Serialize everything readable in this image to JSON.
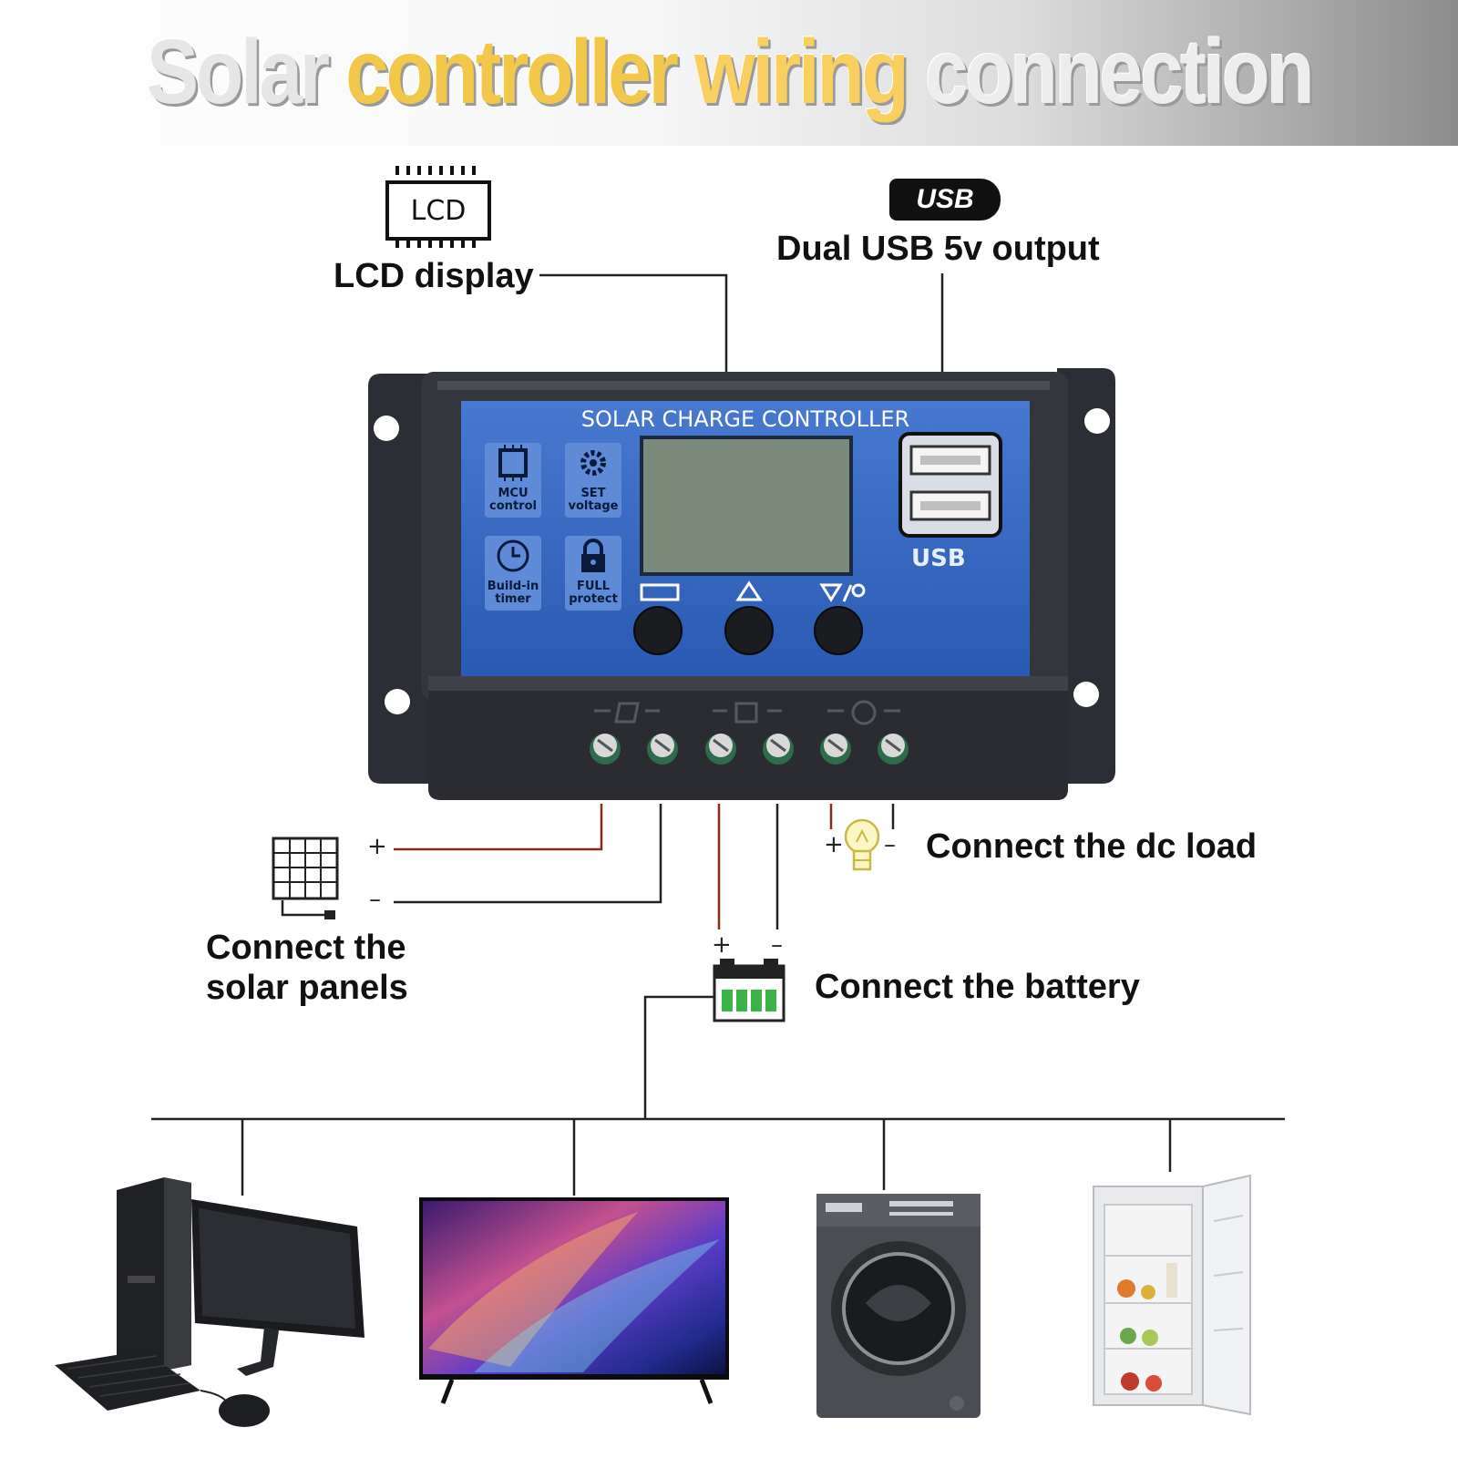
{
  "title": {
    "words": [
      "Solar",
      "controller",
      "wiring",
      "connection"
    ]
  },
  "callouts": {
    "lcd_icon_text": "LCD",
    "lcd_label": "LCD display",
    "usb_icon_text": "USB",
    "usb_label": "Dual USB 5v output",
    "load_label": "Connect the dc load",
    "solar_label_line1": "Connect the",
    "solar_label_line2": "solar panels",
    "battery_label": "Connect the battery",
    "plus": "+",
    "minus": "–"
  },
  "controller": {
    "name": "SOLAR CHARGE CONTROLLER",
    "features": [
      {
        "icon": "chip-icon",
        "line1": "MCU",
        "line2": "control"
      },
      {
        "icon": "gear-icon",
        "line1": "SET",
        "line2": "voltage"
      },
      {
        "icon": "clock-icon",
        "line1": "Build-in",
        "line2": "timer"
      },
      {
        "icon": "lock-icon",
        "line1": "FULL",
        "line2": "protect"
      }
    ],
    "usb_front_text": "USB",
    "buttons": [
      "menu-button",
      "up-button",
      "down-button"
    ]
  },
  "colors": {
    "panel_blue": "#2f66c9",
    "housing": "#2a2d33",
    "wire_red": "#8a2a1a",
    "wire_black": "#222222",
    "title_gold": "#f2c84b"
  },
  "appliances": [
    "desktop-computer",
    "television",
    "washing-machine",
    "refrigerator"
  ]
}
